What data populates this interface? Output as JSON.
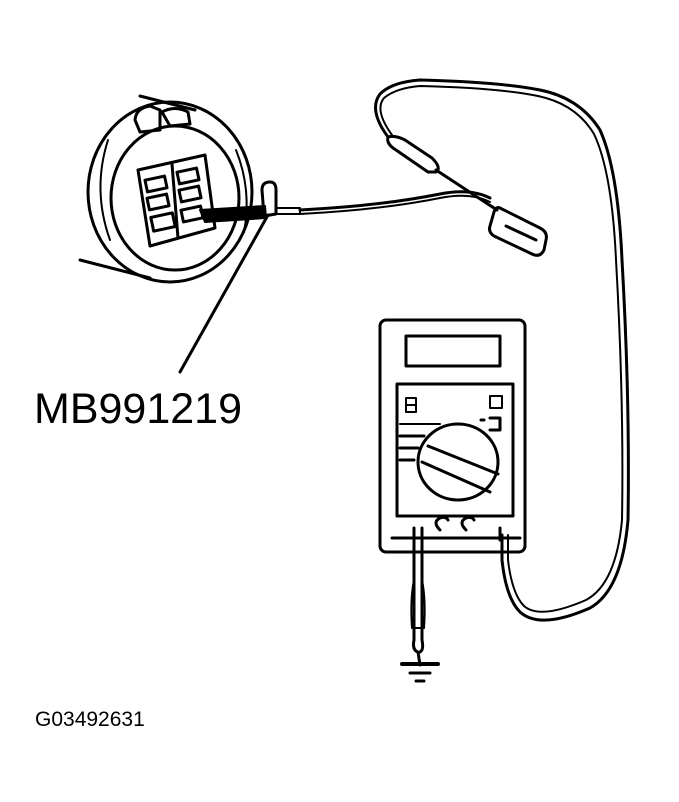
{
  "diagram": {
    "type": "service-manual-illustration",
    "description": "Connector terminal being back-probed with special tool harness connected to a multimeter; multimeter other lead goes to ground",
    "tool_label": "MB991219",
    "figure_id": "G03492631",
    "components": [
      {
        "name": "connector",
        "label": ""
      },
      {
        "name": "special-tool-harness",
        "label": "MB991219"
      },
      {
        "name": "multimeter",
        "label": ""
      },
      {
        "name": "ground-symbol",
        "label": ""
      }
    ],
    "colors": {
      "line": "#000000",
      "background": "#ffffff"
    }
  }
}
